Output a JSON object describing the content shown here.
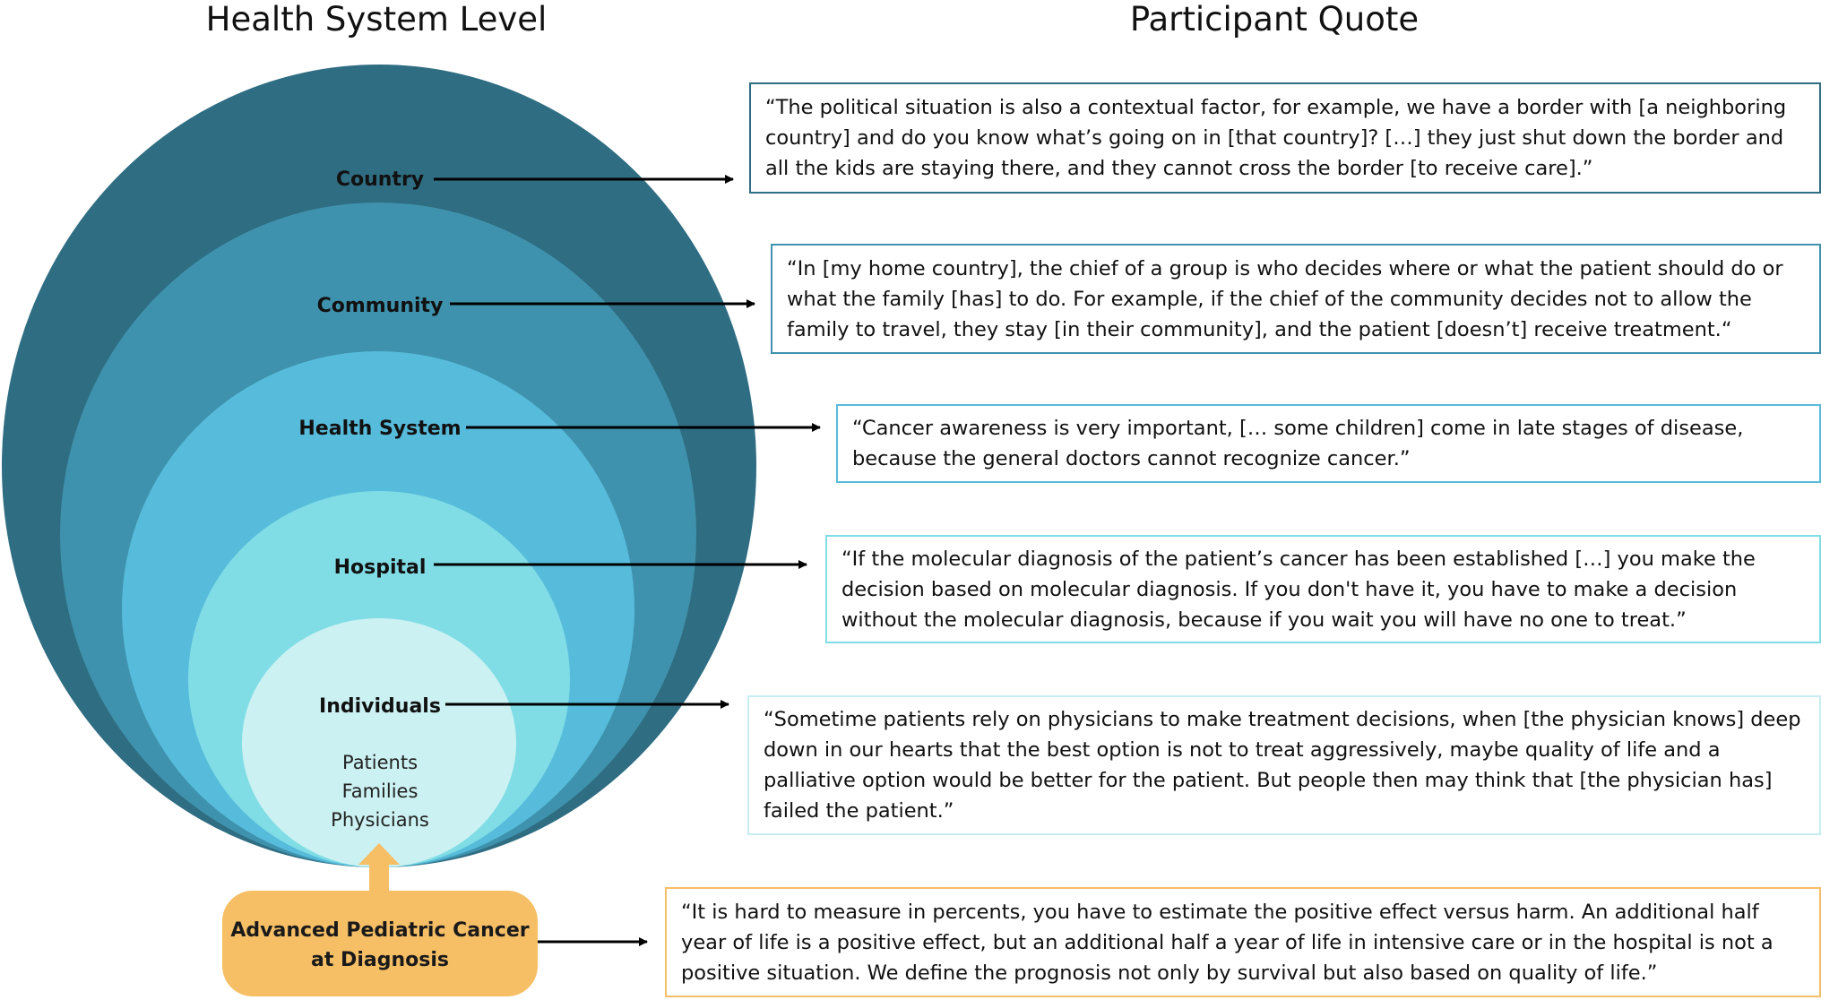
{
  "headings": {
    "left": "Health System Level",
    "right": "Participant Quote"
  },
  "levels": [
    {
      "name": "Country",
      "color": "#2f6d82"
    },
    {
      "name": "Community",
      "color": "#3f92ad"
    },
    {
      "name": "Health System",
      "color": "#57bcdb"
    },
    {
      "name": "Hospital",
      "color": "#80dde6"
    },
    {
      "name": "Individuals",
      "color": "#ccf1f2",
      "members": [
        "Patients",
        "Families",
        "Physicians"
      ]
    }
  ],
  "base_box": {
    "label_line1": "Advanced Pediatric Cancer",
    "label_line2": "at Diagnosis",
    "color": "#f6bf66"
  },
  "quotes": [
    {
      "text": "“The political situation is also a contextual factor, for example, we have a border with [a neighboring country] and do you know what’s going on in [that country]? […] they just shut down the border and all the kids are staying there, and they cannot cross the border [to receive care].”",
      "border_color": "#2f6d82"
    },
    {
      "text": "“In [my home country], the chief of a group is who decides where or what the patient should do or what the family [has] to do. For example, if the chief of the community decides not to allow the family to travel, they stay [in their community], and the patient [doesn’t] receive treatment.“",
      "border_color": "#3f92ad"
    },
    {
      "text": "“Cancer awareness is very important, [… some children] come in late stages of disease, because the general doctors cannot recognize cancer.”",
      "border_color": "#57bcdb"
    },
    {
      "text": "“If the molecular diagnosis of the patient’s cancer has been established […] you make the decision based on molecular diagnosis. If you don't have it, you have to make a decision without the molecular diagnosis, because if you wait you will have no one to treat.”",
      "border_color": "#80dde6"
    },
    {
      "text": "“Sometime patients rely on physicians to make treatment decisions, when [the physician knows] deep down in our hearts that the best option is not to treat aggressively, maybe quality of life and a palliative option would be better for the patient. But people then may think that [the physician has] failed the patient.”",
      "border_color": "#c6eef2"
    },
    {
      "text": "“It is hard to measure in percents, you have to estimate the positive effect versus harm. An additional half year of life is a positive effect, but an additional half a year of life in intensive care or in the hospital is not a positive situation. We define the prognosis not only by survival but also based on quality of life.”",
      "border_color": "#f6bf66"
    }
  ]
}
